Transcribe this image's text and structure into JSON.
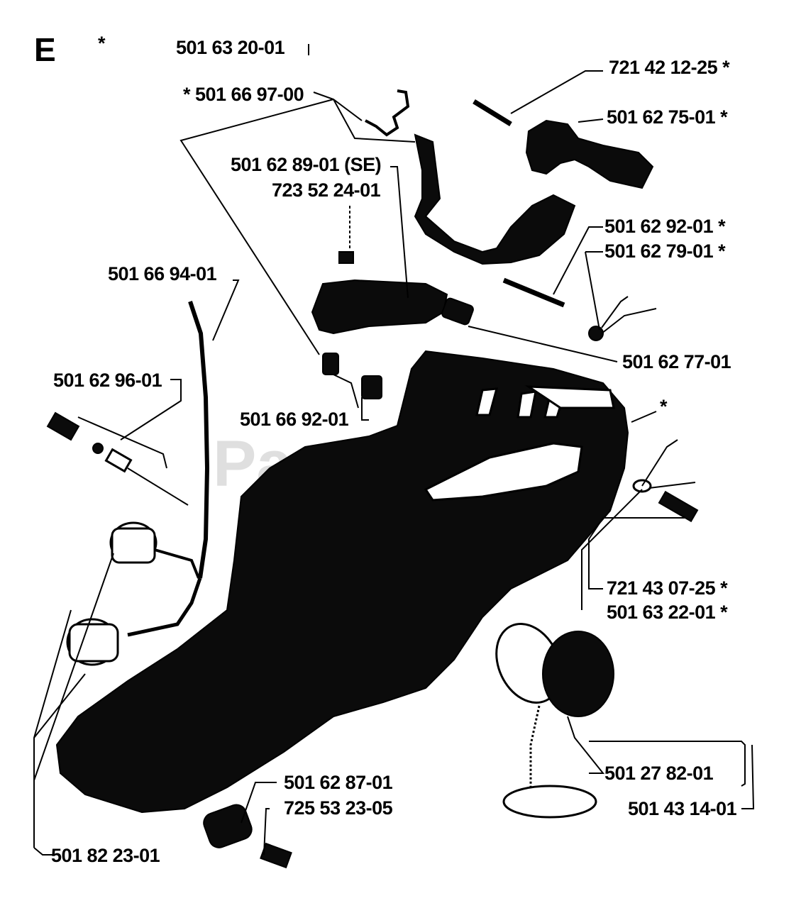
{
  "section": "E",
  "watermark": "PartsTree",
  "labels": {
    "top_star": "*",
    "p1": "501 63 20-01",
    "p2": "* 501 66 97-00",
    "p3": "721 42 12-25 *",
    "p4": "501 62 75-01 *",
    "p5": "501 62 89-01 (SE)",
    "p6": "723 52 24-01",
    "p7": "501 62 92-01 *",
    "p8": "501 62 79-01 *",
    "p9": "501 66 94-01",
    "p10": "501 62 77-01",
    "p11": "501 62 96-01",
    "p12": "501 66 92-01",
    "p13": "*",
    "p14": "721 43 07-25 *",
    "p15": "501 63 22-01 *",
    "p16": "501 27 82-01",
    "p17": "501 43 14-01",
    "p18": "501 62 87-01",
    "p19": "725 53 23-05",
    "p20": "501 82 23-01"
  }
}
